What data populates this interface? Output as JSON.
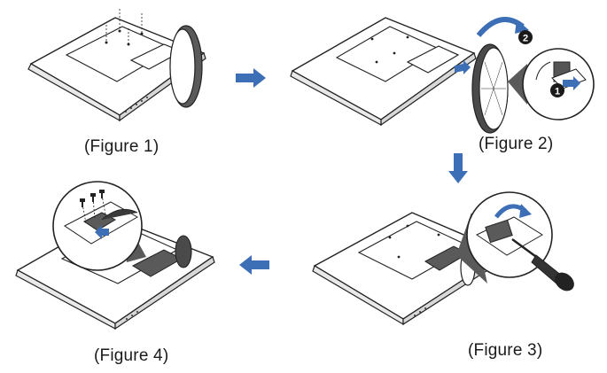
{
  "figures": [
    {
      "caption": "(Figure 1)"
    },
    {
      "caption": "(Figure 2)"
    },
    {
      "caption": "(Figure 3)"
    },
    {
      "caption": "(Figure 4)"
    }
  ],
  "step_markers": [
    "1",
    "2"
  ],
  "colors": {
    "arrow": "#3d6fb6",
    "line": "#222222",
    "panel_fill": "#ffffff",
    "stand_fill": "#4a4a4a",
    "shade": "#7a7a7a",
    "step_badge": "#1a1a1a"
  },
  "icons": [
    "arrow-right-icon",
    "arrow-down-icon",
    "arrow-left-icon",
    "screw-icon",
    "screwdriver-icon",
    "rotate-arrow-icon"
  ]
}
